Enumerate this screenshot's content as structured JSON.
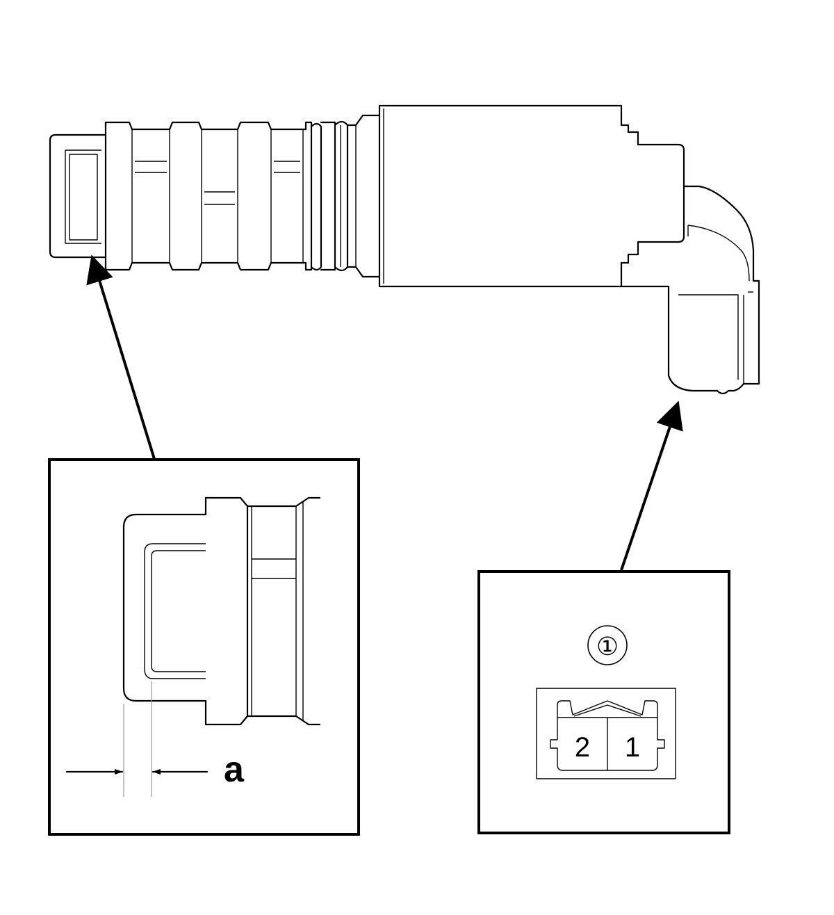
{
  "labels": {
    "dimension": "a",
    "connector_callout": "①",
    "terminal_left": "2",
    "terminal_right": "1"
  }
}
